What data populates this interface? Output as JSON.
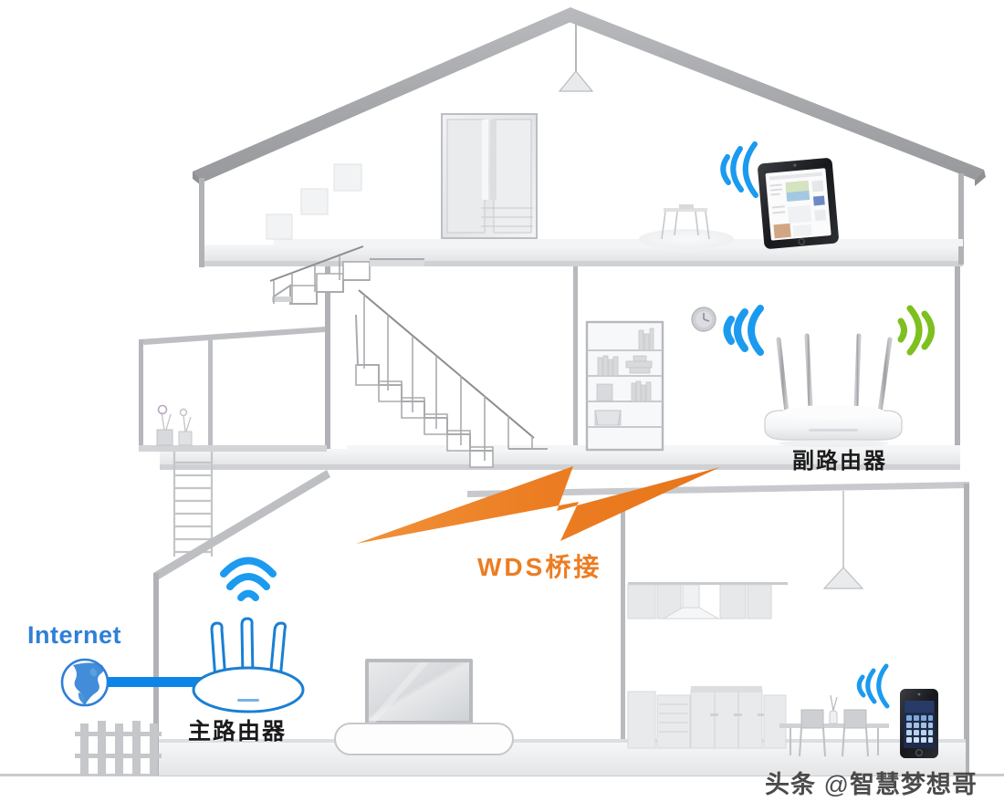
{
  "scene": {
    "title": "WDS bridge home network diagram",
    "description": "Cross-section illustration of a three-level house showing a primary router connected to the Internet on the ground floor and a secondary router on the upper floor linked by a WDS bridge, plus a tablet and a smartphone connecting over Wi-Fi."
  },
  "labels": {
    "internet": "Internet",
    "main_router": "主路由器",
    "sub_router": "副路由器",
    "wds_bridge": "WDS桥接",
    "watermark_prefix": "头条 ",
    "watermark_at": "@",
    "watermark_name": "智慧梦想哥"
  },
  "colors": {
    "internet_blue": "#2f7fd6",
    "link_blue": "#0b86e8",
    "router_outline_blue": "#1a7fd4",
    "wifi_blue": "#1b9af0",
    "wifi_green": "#7ec01f",
    "bolt_orange": "#ec7d22",
    "wall_gray": "#a7a9ac",
    "furniture_gray": "#d3d6d9",
    "floor_gray": "#eceeef",
    "watermark_gray": "#3c3c3c"
  },
  "devices": [
    {
      "id": "main-router",
      "name": "主路由器",
      "antennas": 3,
      "style": "blue line drawing",
      "wifi": "blue",
      "wired_to": "Internet"
    },
    {
      "id": "sub-router",
      "name": "副路由器",
      "antennas": 4,
      "style": "white photo router",
      "wifi": "blue + green"
    },
    {
      "id": "tablet",
      "name": "tablet",
      "wifi": "blue"
    },
    {
      "id": "smartphone",
      "name": "smartphone",
      "wifi": "blue"
    },
    {
      "id": "internet-globe",
      "name": "globe",
      "wifi": "none"
    }
  ],
  "rooms": [
    {
      "id": "attic",
      "items": [
        "wardrobe",
        "picture-frames",
        "stool",
        "pendant-lamp",
        "tablet"
      ]
    },
    {
      "id": "upper-floor",
      "items": [
        "bookshelf",
        "wall-clock",
        "sub-router",
        "staircase"
      ]
    },
    {
      "id": "living-room",
      "items": [
        "tv",
        "tv-cabinet",
        "main-router"
      ]
    },
    {
      "id": "kitchen",
      "items": [
        "range-hood",
        "upper-cabinets",
        "lower-cabinets",
        "dining-table",
        "chairs",
        "pendant-lamp",
        "smartphone"
      ]
    },
    {
      "id": "balcony",
      "items": [
        "plants",
        "railing",
        "ladder"
      ]
    },
    {
      "id": "yard",
      "items": [
        "picket-fence"
      ]
    }
  ]
}
